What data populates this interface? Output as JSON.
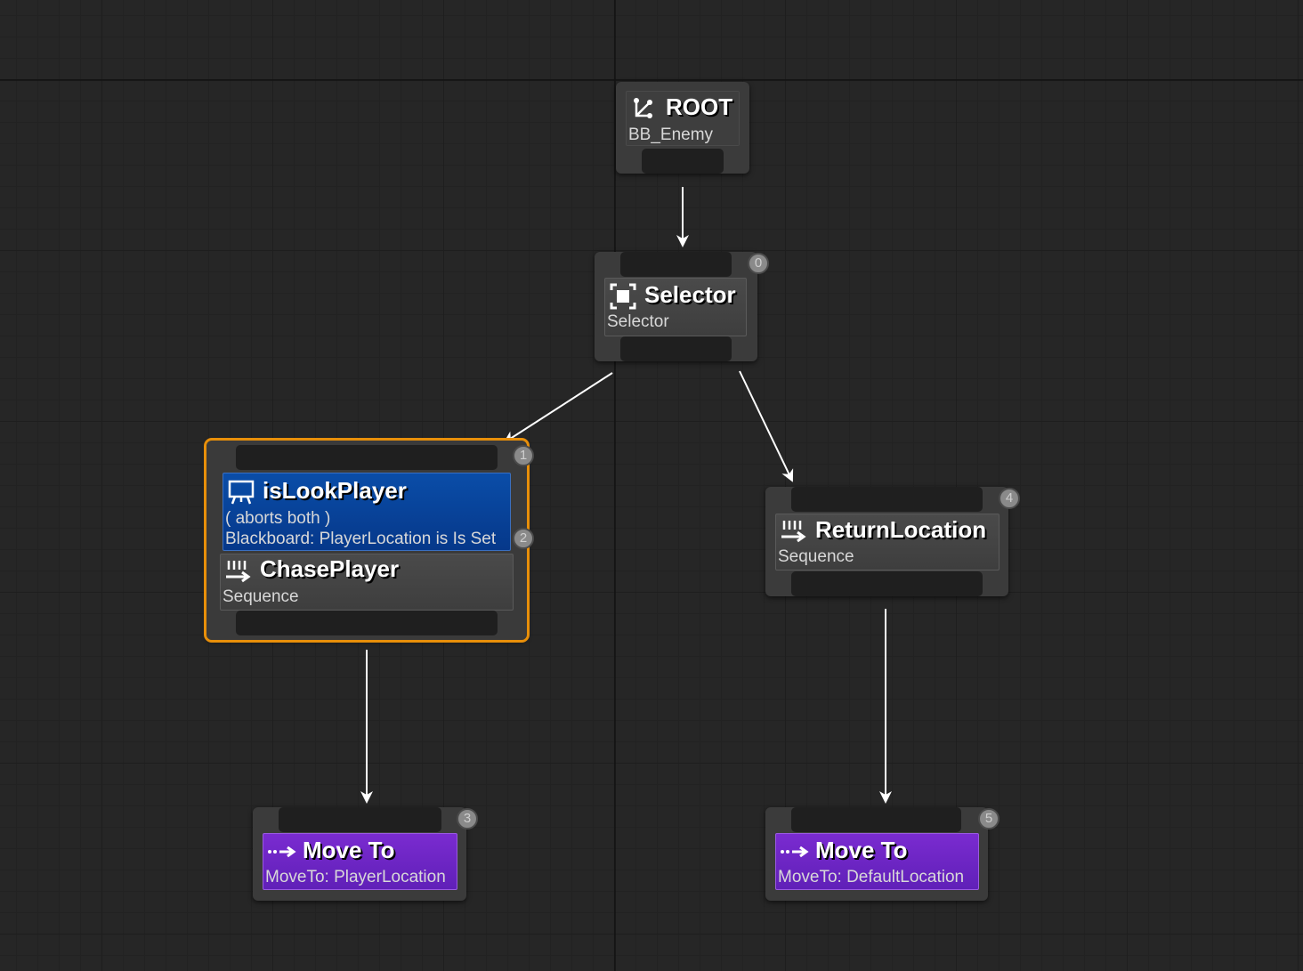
{
  "graph": {
    "root": {
      "title": "ROOT",
      "subtitle": "BB_Enemy"
    },
    "selector": {
      "title": "Selector",
      "subtitle": "Selector",
      "index": "0"
    },
    "chase_player": {
      "title": "ChasePlayer",
      "subtitle": "Sequence",
      "index": "1",
      "decorator": {
        "title": "isLookPlayer",
        "line1": "( aborts both )",
        "line2": "Blackboard: PlayerLocation is Is Set",
        "index": "2"
      }
    },
    "return_location": {
      "title": "ReturnLocation",
      "subtitle": "Sequence",
      "index": "4"
    },
    "move_to_player": {
      "title": "Move To",
      "subtitle": "MoveTo: PlayerLocation",
      "index": "3"
    },
    "move_to_default": {
      "title": "Move To",
      "subtitle": "MoveTo: DefaultLocation",
      "index": "5"
    }
  },
  "colors": {
    "canvas": "#262626",
    "selected_outline": "#e88f0a",
    "decorator": "#0a4da8",
    "task": "#7a2bd0",
    "composite": "#4a4a4a"
  },
  "icons": {
    "root": "root-branch-icon",
    "selector": "selector-icon",
    "sequence": "sequence-icon",
    "decorator": "blackboard-decorator-icon",
    "task": "move-to-icon"
  }
}
